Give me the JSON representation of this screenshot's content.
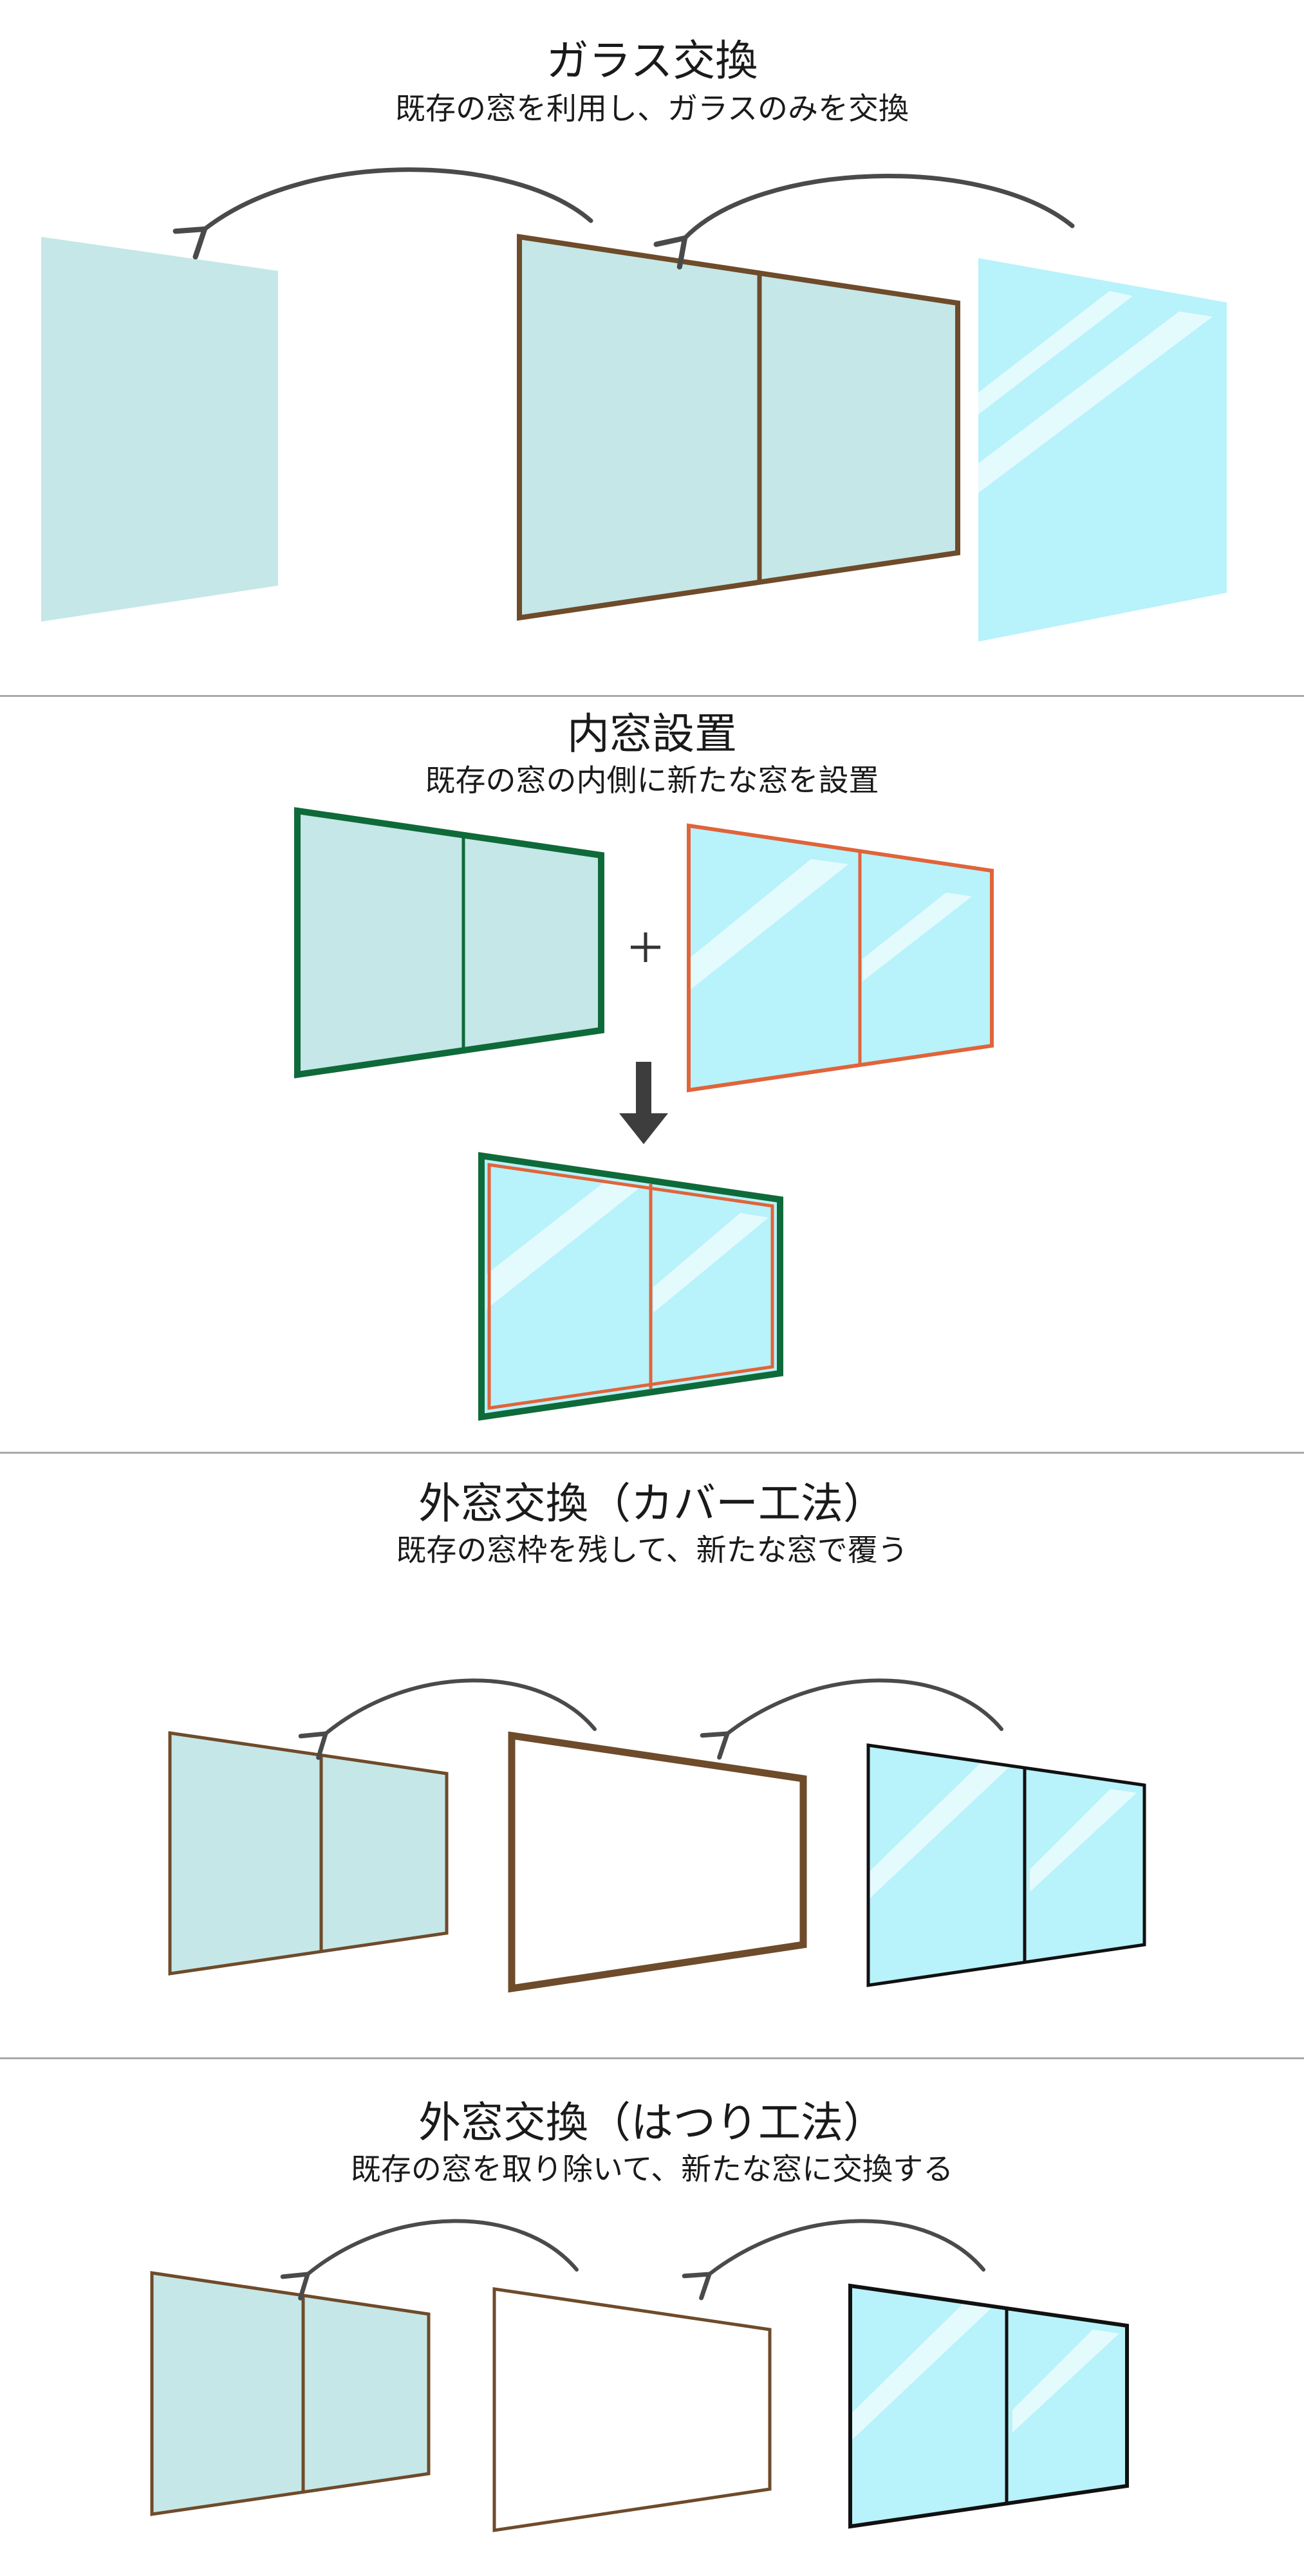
{
  "sections": [
    {
      "title": "ガラス交換",
      "subtitle": "既存の窓を利用し、ガラスのみを交換"
    },
    {
      "title": "内窓設置",
      "subtitle": "既存の窓の内側に新たな窓を設置",
      "plus_symbol": "+"
    },
    {
      "title": "外窓交換（カバー工法）",
      "subtitle": "既存の窓枠を残して、新たな窓で覆う"
    },
    {
      "title": "外窓交換（はつり工法）",
      "subtitle": "既存の窓を取り除いて、新たな窓に交換する"
    }
  ],
  "colors": {
    "old_glass": "#c5e7e8",
    "new_glass": "#b8f2fb",
    "glare": "#e4fbfd",
    "brown_frame": "#6e4b2a",
    "green_frame": "#0f6a3a",
    "orange_frame": "#e0643a",
    "black_frame": "#111111",
    "arrow": "#4a4a4a",
    "down_arrow": "#3d3d3d",
    "divider": "#a8a8a8"
  },
  "icons": [
    "curved-arrow-icon",
    "down-arrow-icon",
    "plus-icon"
  ]
}
